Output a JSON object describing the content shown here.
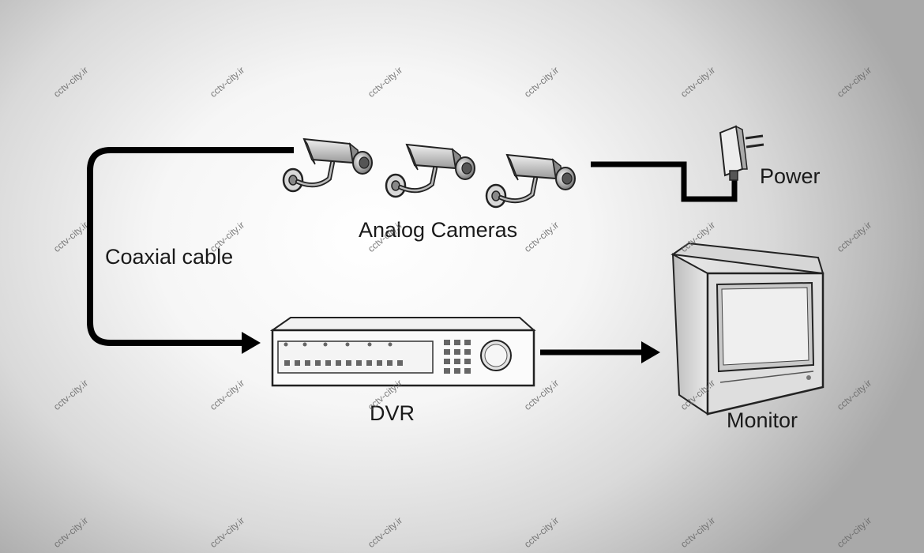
{
  "labels": {
    "cameras": "Analog Cameras",
    "power": "Power",
    "cable": "Coaxial cable",
    "dvr": "DVR",
    "monitor": "Monitor"
  },
  "watermark": "cctv-city.ir",
  "icons": {
    "camera": "cctv-camera-icon",
    "power": "power-adapter-icon",
    "dvr": "dvr-recorder-icon",
    "monitor": "crt-monitor-icon"
  },
  "colors": {
    "line": "#000000",
    "device_fill": "#e6e6e6",
    "device_stroke": "#333333"
  }
}
